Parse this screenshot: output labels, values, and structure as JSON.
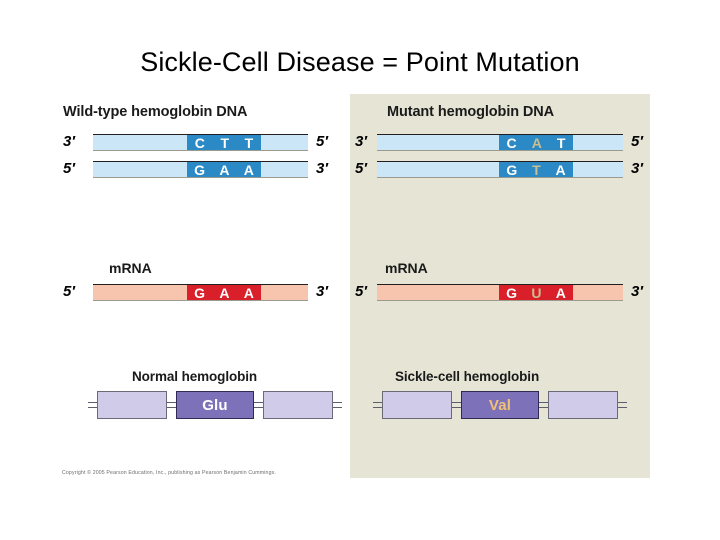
{
  "slide": {
    "title": "Sickle-Cell Disease = Point Mutation",
    "copyright": "Copyright © 2005 Pearson Education, Inc., publishing as Pearson Benjamin Cummings."
  },
  "colors": {
    "dna_bar": "#cbe7f7",
    "dna_codon": "#2b8ac6",
    "mrna_bar": "#f7c5ae",
    "mrna_codon": "#d9202a",
    "protein_box": "#cfcbe8",
    "protein_center": "#7d72ba",
    "mutation_highlight": "#cbbd8d",
    "mutant_panel": "#e6e5d5"
  },
  "columns": [
    {
      "id": "wild-type",
      "dna": {
        "title": "Wild-type hemoglobin DNA",
        "top_strand": {
          "left_prime": "3′",
          "right_prime": "5′",
          "bases": [
            {
              "letter": "C",
              "mutated": false
            },
            {
              "letter": "T",
              "mutated": false
            },
            {
              "letter": "T",
              "mutated": false
            }
          ]
        },
        "bottom_strand": {
          "left_prime": "5′",
          "right_prime": "3′",
          "bases": [
            {
              "letter": "G",
              "mutated": false
            },
            {
              "letter": "A",
              "mutated": false
            },
            {
              "letter": "A",
              "mutated": false
            }
          ]
        }
      },
      "mrna": {
        "title": "mRNA",
        "left_prime": "5′",
        "right_prime": "3′",
        "bases": [
          {
            "letter": "G",
            "mutated": false
          },
          {
            "letter": "A",
            "mutated": false
          },
          {
            "letter": "A",
            "mutated": false
          }
        ]
      },
      "protein": {
        "title": "Normal hemoglobin",
        "amino_acid": "Glu",
        "mutated": false
      }
    },
    {
      "id": "mutant",
      "dna": {
        "title": "Mutant hemoglobin DNA",
        "top_strand": {
          "left_prime": "3′",
          "right_prime": "5′",
          "bases": [
            {
              "letter": "C",
              "mutated": false
            },
            {
              "letter": "A",
              "mutated": true
            },
            {
              "letter": "T",
              "mutated": false
            }
          ]
        },
        "bottom_strand": {
          "left_prime": "5′",
          "right_prime": "3′",
          "bases": [
            {
              "letter": "G",
              "mutated": false
            },
            {
              "letter": "T",
              "mutated": true
            },
            {
              "letter": "A",
              "mutated": false
            }
          ]
        }
      },
      "mrna": {
        "title": "mRNA",
        "left_prime": "5′",
        "right_prime": "3′",
        "bases": [
          {
            "letter": "G",
            "mutated": false
          },
          {
            "letter": "U",
            "mutated": true
          },
          {
            "letter": "A",
            "mutated": false
          }
        ]
      },
      "protein": {
        "title": "Sickle-cell hemoglobin",
        "amino_acid": "Val",
        "mutated": true
      }
    }
  ]
}
